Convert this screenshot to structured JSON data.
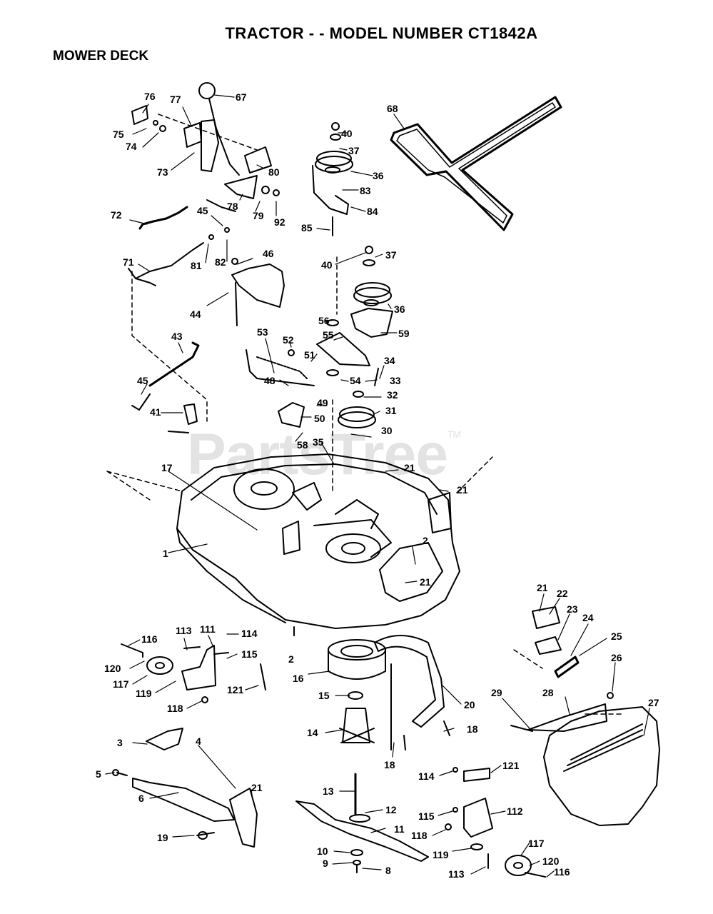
{
  "header": {
    "title": "TRACTOR - - MODEL NUMBER CT1842A",
    "section": "MOWER DECK"
  },
  "watermark": {
    "text": "PartsTree",
    "mark": "TM"
  },
  "callouts": [
    "76",
    "77",
    "67",
    "75",
    "74",
    "73",
    "80",
    "78",
    "79",
    "92",
    "72",
    "45",
    "82",
    "81",
    "71",
    "46",
    "44",
    "43",
    "45",
    "41",
    "17",
    "1",
    "68",
    "40",
    "37",
    "36",
    "83",
    "84",
    "85",
    "40",
    "37",
    "36",
    "56",
    "55",
    "59",
    "53",
    "52",
    "51",
    "34",
    "48",
    "54",
    "33",
    "32",
    "49",
    "50",
    "31",
    "30",
    "58",
    "35",
    "21",
    "21",
    "2",
    "21",
    "2",
    "116",
    "113",
    "111",
    "114",
    "115",
    "120",
    "117",
    "119",
    "121",
    "118",
    "16",
    "15",
    "14",
    "20",
    "18",
    "18",
    "3",
    "4",
    "5",
    "6",
    "21",
    "19",
    "13",
    "12",
    "11",
    "10",
    "9",
    "8",
    "21",
    "22",
    "23",
    "24",
    "25",
    "26",
    "28",
    "29",
    "27",
    "114",
    "121",
    "115",
    "112",
    "118",
    "119",
    "117",
    "120",
    "113",
    "116"
  ]
}
